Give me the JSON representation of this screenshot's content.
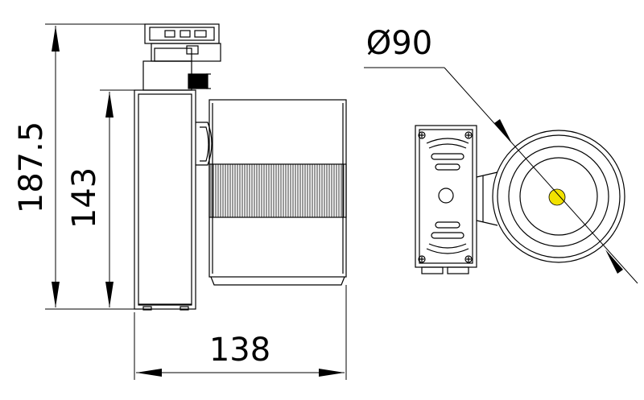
{
  "dimensions": {
    "overall_height": "187.5",
    "body_height": "143",
    "overall_depth": "138",
    "head_diameter": "Ø90"
  },
  "colors": {
    "line": "#000000",
    "lens": "#f2e200",
    "background": "#ffffff"
  }
}
